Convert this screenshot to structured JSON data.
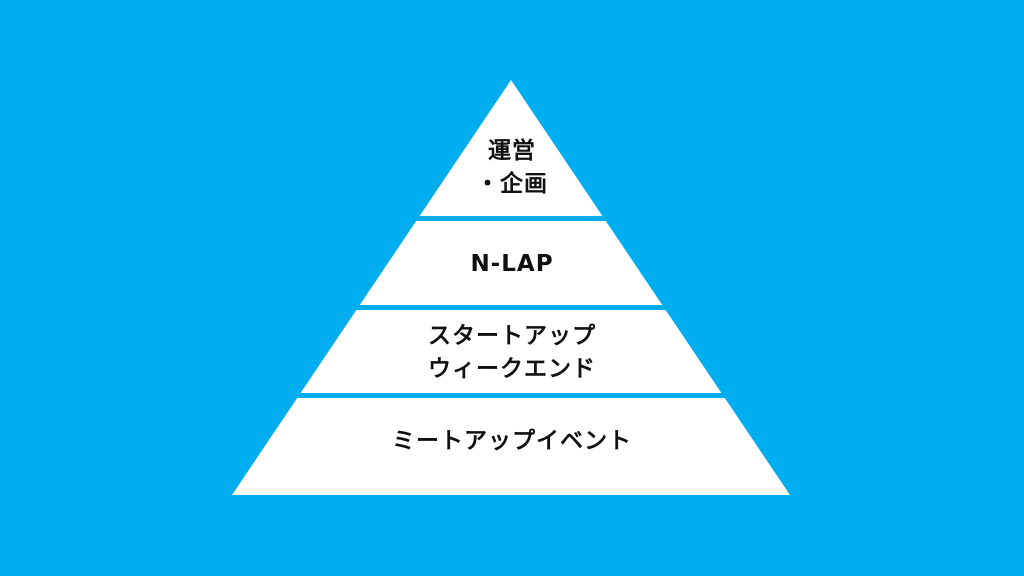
{
  "diagram": {
    "type": "pyramid",
    "background_color": "#00AEEF",
    "tier_color": "#FFFFFF",
    "tiers": [
      {
        "label": "運営\n・企画"
      },
      {
        "label": "N-LAP"
      },
      {
        "label": "スタートアップ\nウィークエンド"
      },
      {
        "label": "ミートアップイベント"
      }
    ]
  }
}
